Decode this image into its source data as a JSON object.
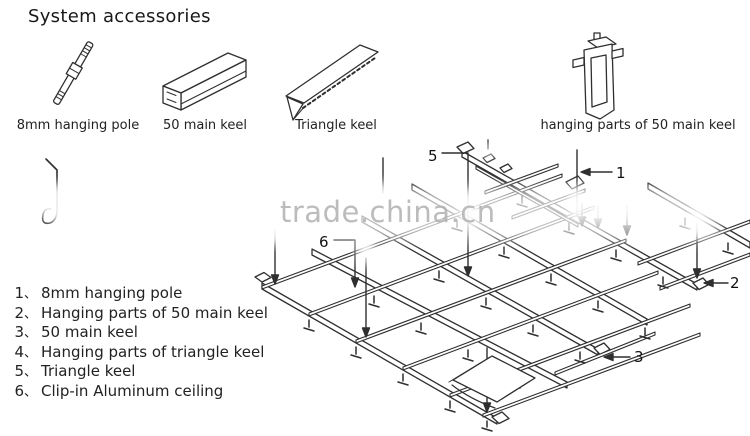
{
  "title": "System accessories",
  "accessories": {
    "pole_caption": "8mm hanging pole",
    "main_keel_caption": "50 main keel",
    "triangle_keel_caption": "Triangle keel",
    "hanging_part_caption": "hanging parts of 50 main keel"
  },
  "legend": {
    "separator": "、",
    "items": [
      {
        "num": "1",
        "label": "8mm hanging pole"
      },
      {
        "num": "2",
        "label": "Hanging parts of 50 main keel"
      },
      {
        "num": "3",
        "label": "50 main keel"
      },
      {
        "num": "4",
        "label": "Hanging parts of triangle keel"
      },
      {
        "num": "5",
        "label": "Triangle keel"
      },
      {
        "num": "6",
        "label": "Clip-in Aluminum ceiling"
      }
    ]
  },
  "diagram": {
    "callouts": {
      "c1": "1",
      "c2": "2",
      "c3": "3",
      "c5": "5",
      "c6": "6"
    }
  },
  "watermark": "trade.china.cn",
  "colors": {
    "line": "#2f2f2f",
    "watermark": "#aeaeae",
    "background": "#ffffff"
  }
}
